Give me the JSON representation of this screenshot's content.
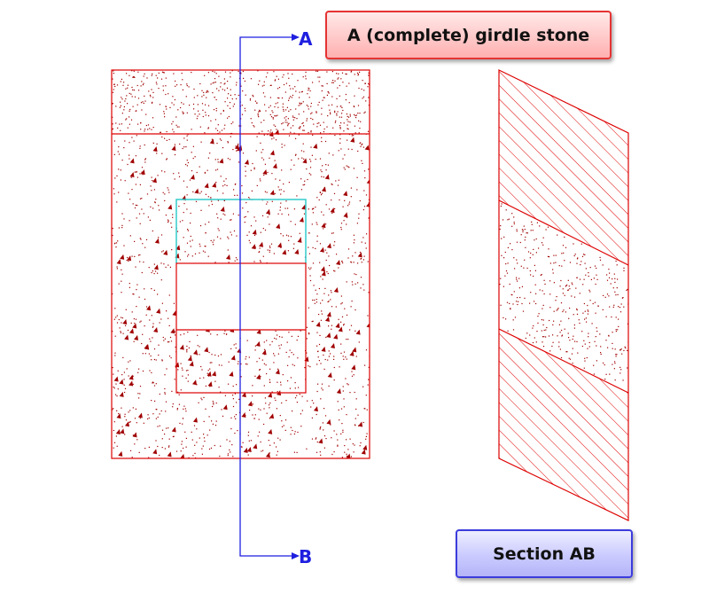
{
  "title": "A (complete) girdle stone",
  "section_title": "Section AB",
  "cut_line": {
    "start_label": "A",
    "end_label": "B"
  },
  "colors": {
    "outline": "#dd0000",
    "stipple": "#a00000",
    "cut_line": "#1f1fe0",
    "opening_top": "#33cccc",
    "hatch": "#e00000"
  }
}
